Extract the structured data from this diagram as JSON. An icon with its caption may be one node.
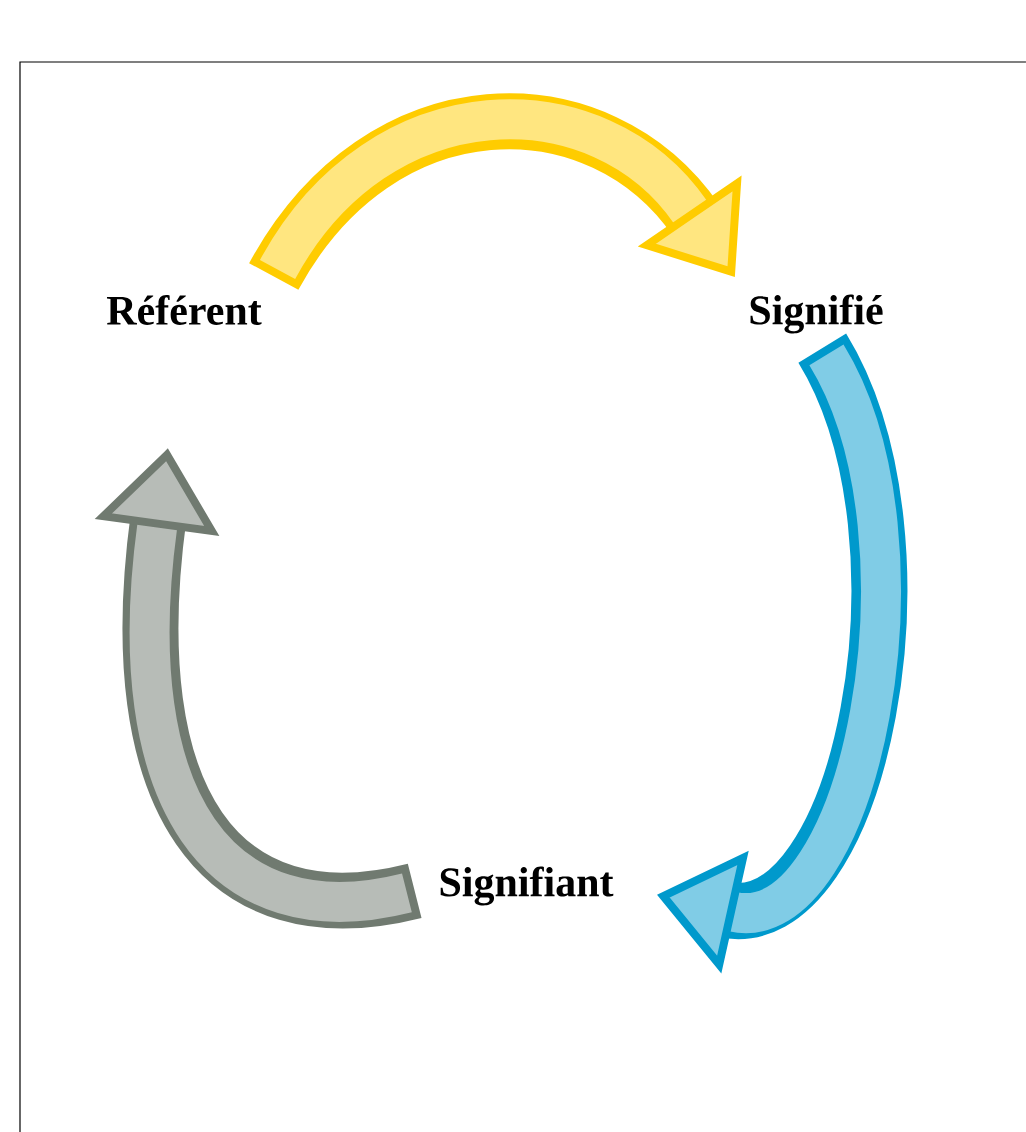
{
  "diagram": {
    "nodes": [
      {
        "text": [
          "Référent"
        ]
      },
      {
        "text": [
          "Signifié"
        ]
      },
      {
        "text": [
          "Signifiant"
        ]
      }
    ],
    "edges": [
      {
        "from": 0,
        "to": 1,
        "arrow": "to",
        "color": "#ffcc00"
      },
      {
        "from": 1,
        "to": 2,
        "arrow": "to",
        "color": "#0099cc"
      },
      {
        "from": 2,
        "to": 0,
        "arrow": "to",
        "color": "#707a70"
      }
    ]
  }
}
